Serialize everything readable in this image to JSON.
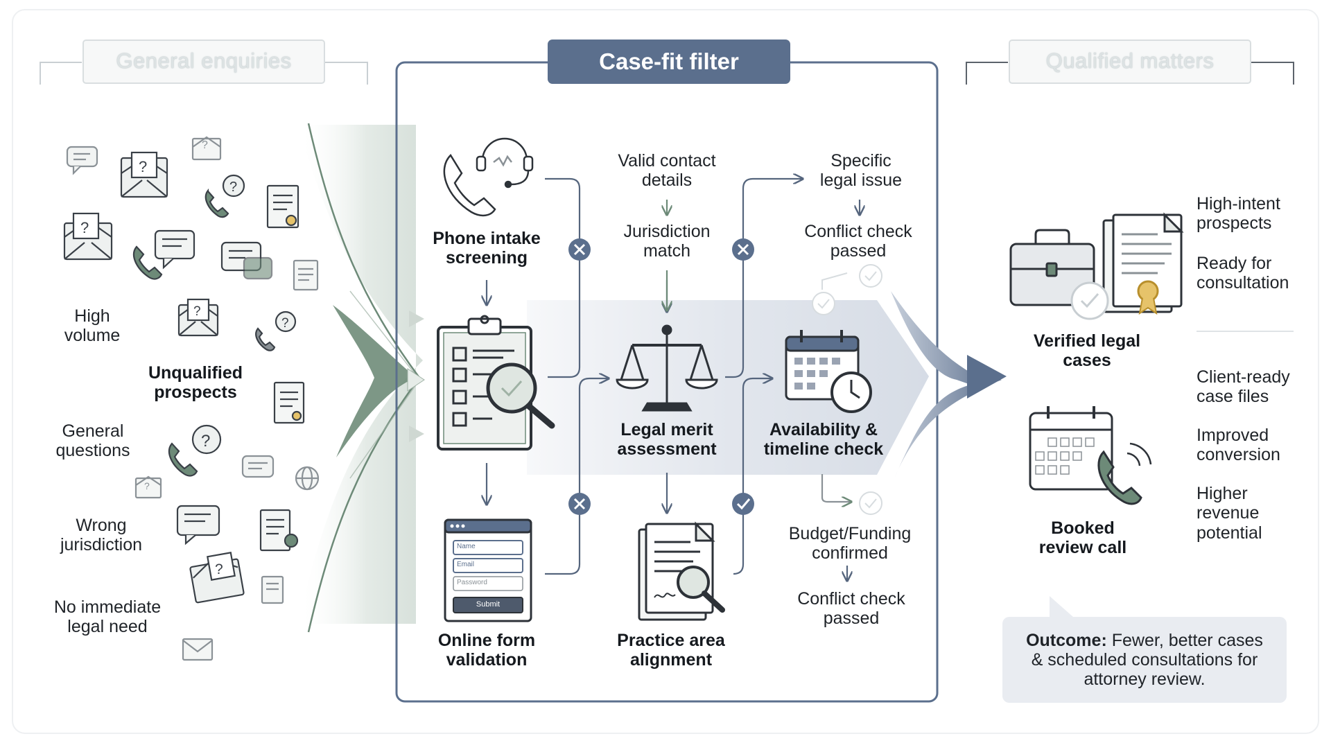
{
  "headers": {
    "left": "General enquiries",
    "center": "Case-fit filter",
    "right": "Qualified matters"
  },
  "left_labels": {
    "high_volume": "High\nvolume",
    "unqualified": "Unqualified\nprospects",
    "general_questions": "General\nquestions",
    "wrong_jurisdiction": "Wrong\njurisdiction",
    "no_need": "No immediate\nlegal need"
  },
  "filter": {
    "phone": "Phone intake\nscreening",
    "online_form": "Online form\nvalidation",
    "legal_merit": "Legal merit\nassessment",
    "practice_area": "Practice area\nalignment",
    "availability": "Availability &\ntimeline check",
    "valid_contact": "Valid contact\ndetails",
    "jurisdiction_match": "Jurisdiction\nmatch",
    "specific_issue": "Specific\nlegal issue",
    "conflict_top": "Conflict check\npassed",
    "budget": "Budget/Funding\nconfirmed",
    "conflict_bottom": "Conflict check\npassed"
  },
  "form_fields": {
    "name": "Name",
    "email": "Email",
    "password": "Password",
    "submit": "Submit"
  },
  "right": {
    "verified": "Verified legal\ncases",
    "booked": "Booked\nreview call",
    "high_intent": "High-intent\nprospects",
    "ready": "Ready for\nconsultation",
    "client_ready": "Client-ready\ncase files",
    "improved": "Improved\nconversion",
    "higher_revenue": "Higher\nrevenue\npotential"
  },
  "outcome": {
    "label": "Outcome:",
    "text": "Fewer, better cases\n& scheduled consultations for\nattorney review."
  },
  "colors": {
    "accent_blue": "#5b6f8d",
    "sage_green": "#6d8a78",
    "ink": "#2d3238"
  }
}
